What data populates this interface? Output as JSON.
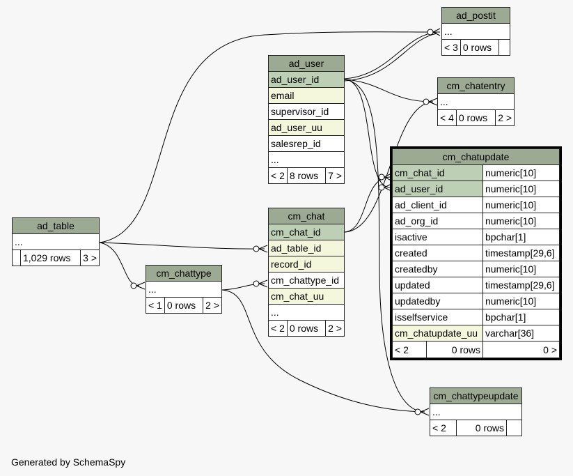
{
  "footer": "Generated by SchemaSpy",
  "tables": {
    "ad_postit": {
      "name": "ad_postit",
      "cols": [
        "..."
      ],
      "stats": [
        "< 3",
        "0 rows",
        ""
      ]
    },
    "ad_user": {
      "name": "ad_user",
      "cols": [
        "ad_user_id",
        "email",
        "supervisor_id",
        "ad_user_uu",
        "salesrep_id",
        "..."
      ],
      "stats": [
        "< 2",
        "8 rows",
        "7 >"
      ]
    },
    "cm_chatentry": {
      "name": "cm_chatentry",
      "cols": [
        "..."
      ],
      "stats": [
        "< 4",
        "0 rows",
        "2 >"
      ]
    },
    "ad_table": {
      "name": "ad_table",
      "cols": [
        "..."
      ],
      "stats": [
        "",
        "1,029 rows",
        "3 >"
      ]
    },
    "cm_chat": {
      "name": "cm_chat",
      "cols": [
        "cm_chat_id",
        "ad_table_id",
        "record_id",
        "cm_chattype_id",
        "cm_chat_uu",
        "..."
      ],
      "stats": [
        "< 2",
        "0 rows",
        "2 >"
      ]
    },
    "cm_chattype": {
      "name": "cm_chattype",
      "cols": [
        "..."
      ],
      "stats": [
        "< 1",
        "0 rows",
        "2 >"
      ]
    },
    "cm_chattypeupdate": {
      "name": "cm_chattypeupdate",
      "cols": [
        "..."
      ],
      "stats": [
        "< 2",
        "0 rows",
        ""
      ]
    },
    "cm_chatupdate": {
      "name": "cm_chatupdate",
      "rows": [
        {
          "col": "cm_chat_id",
          "type": "numeric[10]"
        },
        {
          "col": "ad_user_id",
          "type": "numeric[10]"
        },
        {
          "col": "ad_client_id",
          "type": "numeric[10]"
        },
        {
          "col": "ad_org_id",
          "type": "numeric[10]"
        },
        {
          "col": "isactive",
          "type": "bpchar[1]"
        },
        {
          "col": "created",
          "type": "timestamp[29,6]"
        },
        {
          "col": "createdby",
          "type": "numeric[10]"
        },
        {
          "col": "updated",
          "type": "timestamp[29,6]"
        },
        {
          "col": "updatedby",
          "type": "numeric[10]"
        },
        {
          "col": "isselfservice",
          "type": "bpchar[1]"
        },
        {
          "col": "cm_chatupdate_uu",
          "type": "varchar[36]"
        }
      ],
      "stats": [
        "< 2",
        "0 rows",
        "0 >"
      ]
    }
  }
}
